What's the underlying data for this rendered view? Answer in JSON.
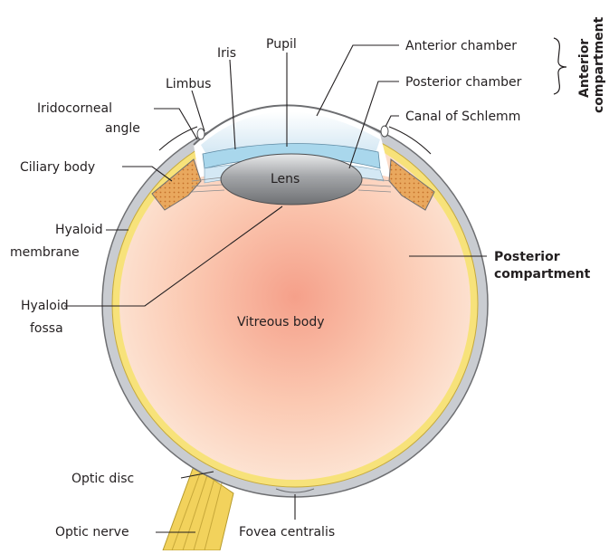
{
  "diagram": {
    "labels": {
      "pupil": "Pupil",
      "iris": "Iris",
      "limbus": "Limbus",
      "iridocorneal_angle_1": "Iridocorneal",
      "iridocorneal_angle_2": "angle",
      "ciliary_body": "Ciliary body",
      "lens": "Lens",
      "hyaloid_membrane_1": "Hyaloid",
      "hyaloid_membrane_2": "membrane",
      "hyaloid_fossa_1": "Hyaloid",
      "hyaloid_fossa_2": "fossa",
      "vitreous_body": "Vitreous body",
      "optic_disc": "Optic disc",
      "optic_nerve": "Optic nerve",
      "fovea_centralis": "Fovea centralis",
      "anterior_chamber": "Anterior chamber",
      "posterior_chamber": "Posterior chamber",
      "canal_of_schlemm": "Canal of Schlemm",
      "posterior_compartment_1": "Posterior",
      "posterior_compartment_2": "compartment",
      "anterior_compartment_1": "Anterior",
      "anterior_compartment_2": "compartment"
    },
    "colors": {
      "sclera": "#c9ccd1",
      "sclera_outline": "#6d6e71",
      "retina": "#f7e27a",
      "vitreous_center": "#f6a48f",
      "vitreous_edge": "#fde8d8",
      "cornea": "#e4edf3",
      "aqueous": "#d4e8f4",
      "iris": "#a9d7ec",
      "lens": "#9a9c9f",
      "ciliary": "#e8a55c",
      "nerve": "#f2d25c",
      "text": "#231f20"
    }
  }
}
